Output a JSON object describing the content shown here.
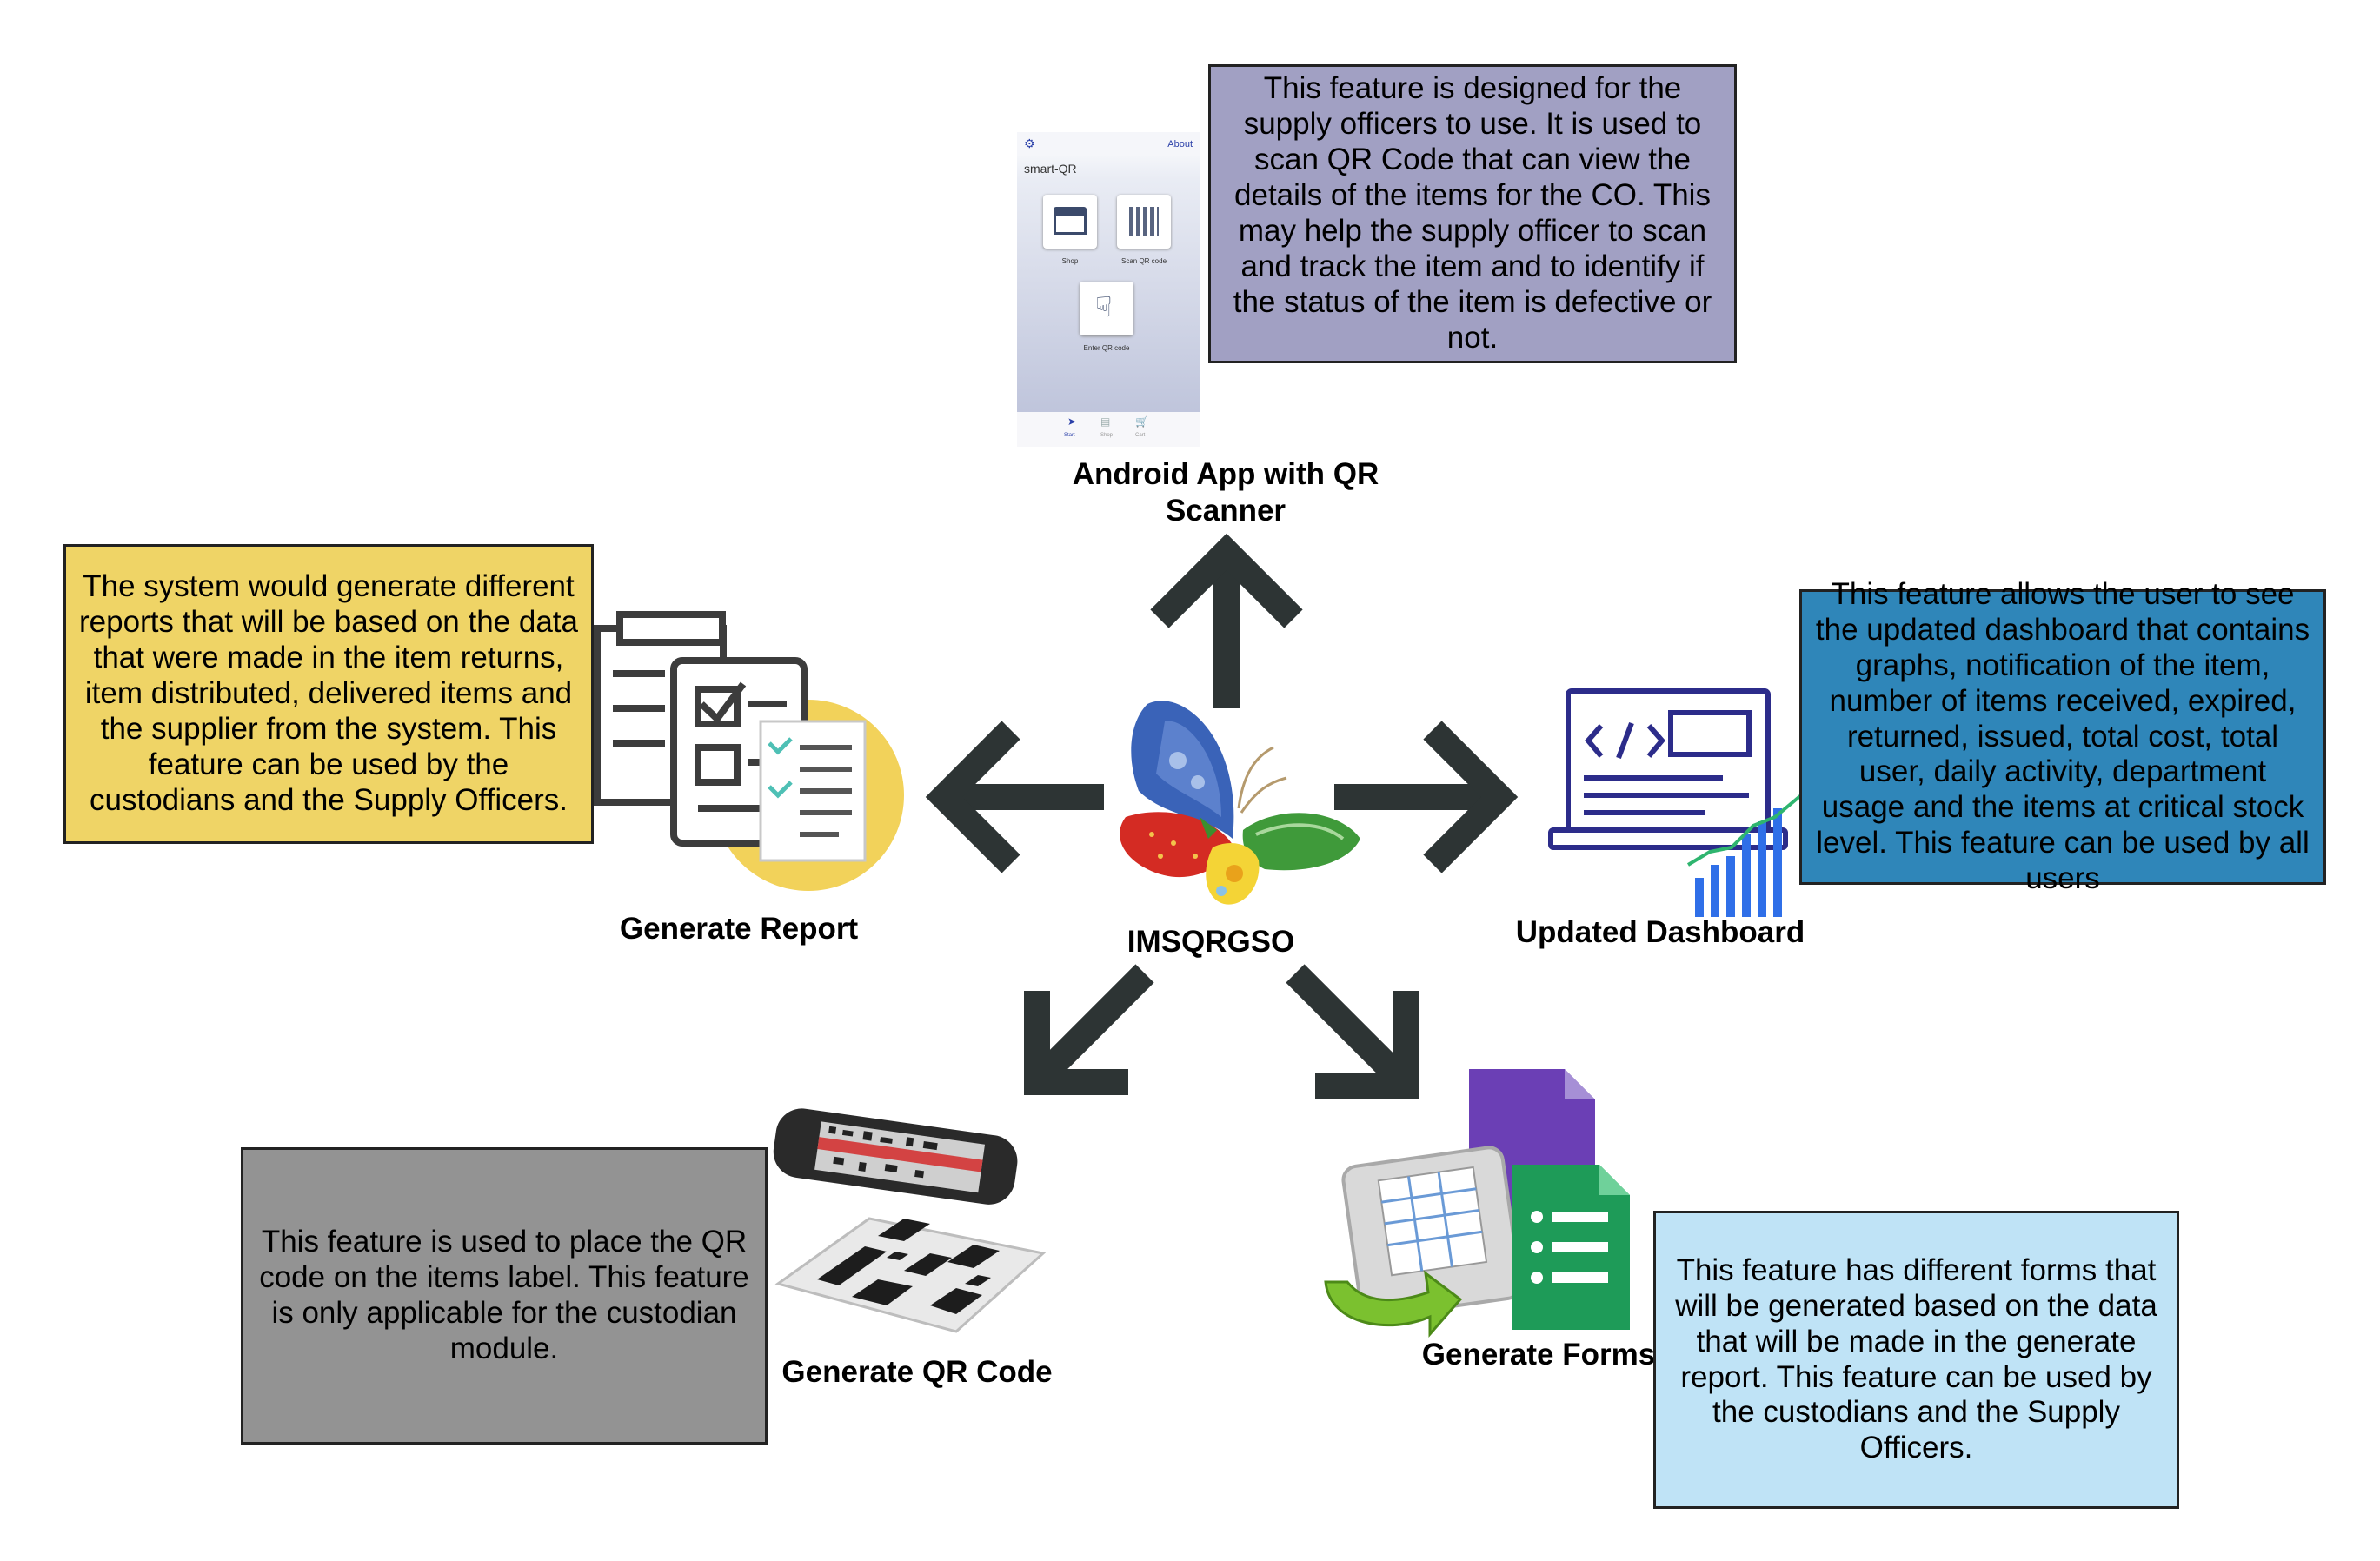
{
  "center": {
    "label": "IMSQRGSO"
  },
  "colors": {
    "arrow": "#2d3434",
    "box_purple": "#a1a0c3",
    "box_yellow": "#efd466",
    "box_blue": "#2f86b9",
    "box_gray": "#939393",
    "box_lightblue": "#bfe3f6"
  },
  "features": {
    "android": {
      "label": "Android App with QR Scanner",
      "description": "This feature is designed for the supply officers to use. It is used to scan QR Code that can view the details of the items for the CO. This may help the supply officer to scan and track the item and to identify if the status of the item is defective or not.",
      "phone": {
        "about": "About",
        "app_name": "smart-QR",
        "tile_shop": "Shop",
        "tile_scan": "Scan QR code",
        "tile_enter": "Enter QR code",
        "nav_start": "Start",
        "nav_shop": "Shop",
        "nav_cart": "Cart"
      }
    },
    "report": {
      "label": "Generate Report",
      "description": "The system would generate different reports that will be based on the data that were made in the item returns, item distributed, delivered items and the supplier from the system. This feature can be used by the custodians and the Supply Officers."
    },
    "dashboard": {
      "label": "Updated Dashboard",
      "description": "This feature allows the user to see the updated dashboard that contains graphs, notification of the item, number of items received, expired, returned, issued, total cost, total user, daily activity, department usage and the items at critical stock level. This feature can be used by all users"
    },
    "qrcode": {
      "label": "Generate QR Code",
      "description": "This feature is used to place the QR code on the items label. This feature is only applicable for the custodian module."
    },
    "forms": {
      "label": "Generate Forms",
      "description": "This feature has different forms that will be generated based on the data that will be made in the generate report. This feature can be used by the custodians and the Supply Officers."
    }
  }
}
